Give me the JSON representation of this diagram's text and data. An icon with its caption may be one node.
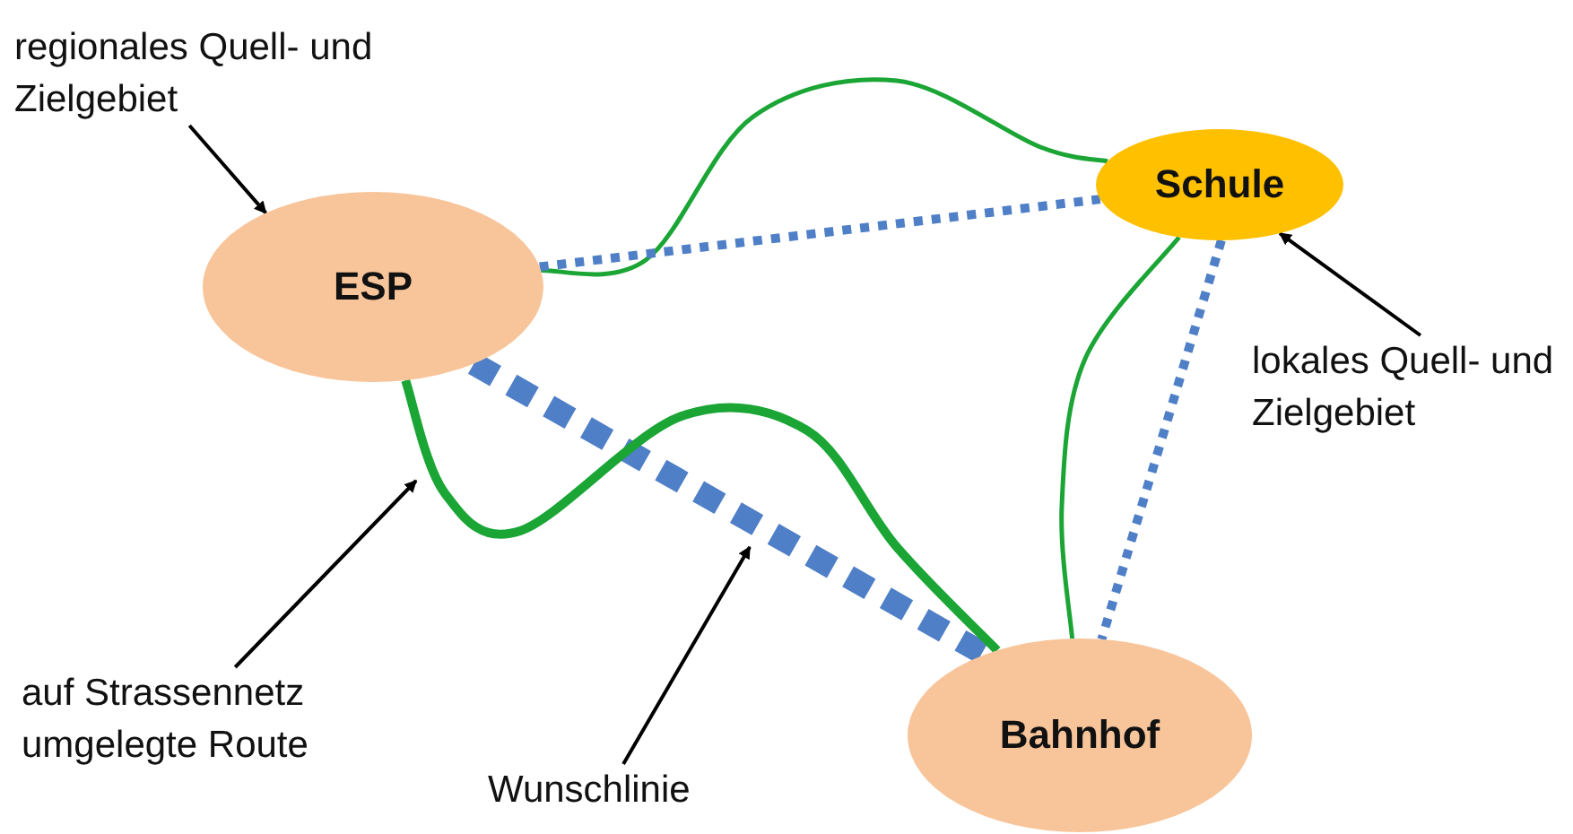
{
  "diagram": {
    "nodes": [
      {
        "text": [
          "regionales Quell- und Zielgebiet"
        ]
      },
      {
        "text": [
          "ESP"
        ]
      },
      {
        "text": [
          "Schule"
        ]
      },
      {
        "text": [
          "lokales Quell- und Zielgebiet"
        ]
      },
      {
        "text": [
          "auf Strassennetz umgelegte Route"
        ]
      },
      {
        "text": [
          "Wunschlinie"
        ]
      },
      {
        "text": [
          "Bahnhof"
        ]
      }
    ],
    "edges": [
      {
        "from": 0,
        "to": 1,
        "arrow": "to"
      },
      {
        "from": 3,
        "to": 2,
        "arrow": "to"
      },
      {
        "from": 4,
        "to": null,
        "arrow": "to"
      },
      {
        "from": 5,
        "to": null,
        "arrow": "to"
      },
      {
        "from": 1,
        "to": 2,
        "arrow": "none",
        "color": "#1aa535"
      },
      {
        "from": 1,
        "to": 2,
        "arrow": "none",
        "style": "dashed",
        "color": "#4f7fc6"
      },
      {
        "from": 1,
        "to": 6,
        "arrow": "none",
        "style": "dashed",
        "color": "#4f7fc6"
      },
      {
        "from": 1,
        "to": 6,
        "arrow": "none",
        "style": "thick",
        "color": "#1aa535"
      },
      {
        "from": 2,
        "to": 6,
        "arrow": "none",
        "color": "#1aa535"
      },
      {
        "from": 2,
        "to": 6,
        "arrow": "none",
        "style": "dashed",
        "color": "#4f7fc6"
      }
    ]
  }
}
